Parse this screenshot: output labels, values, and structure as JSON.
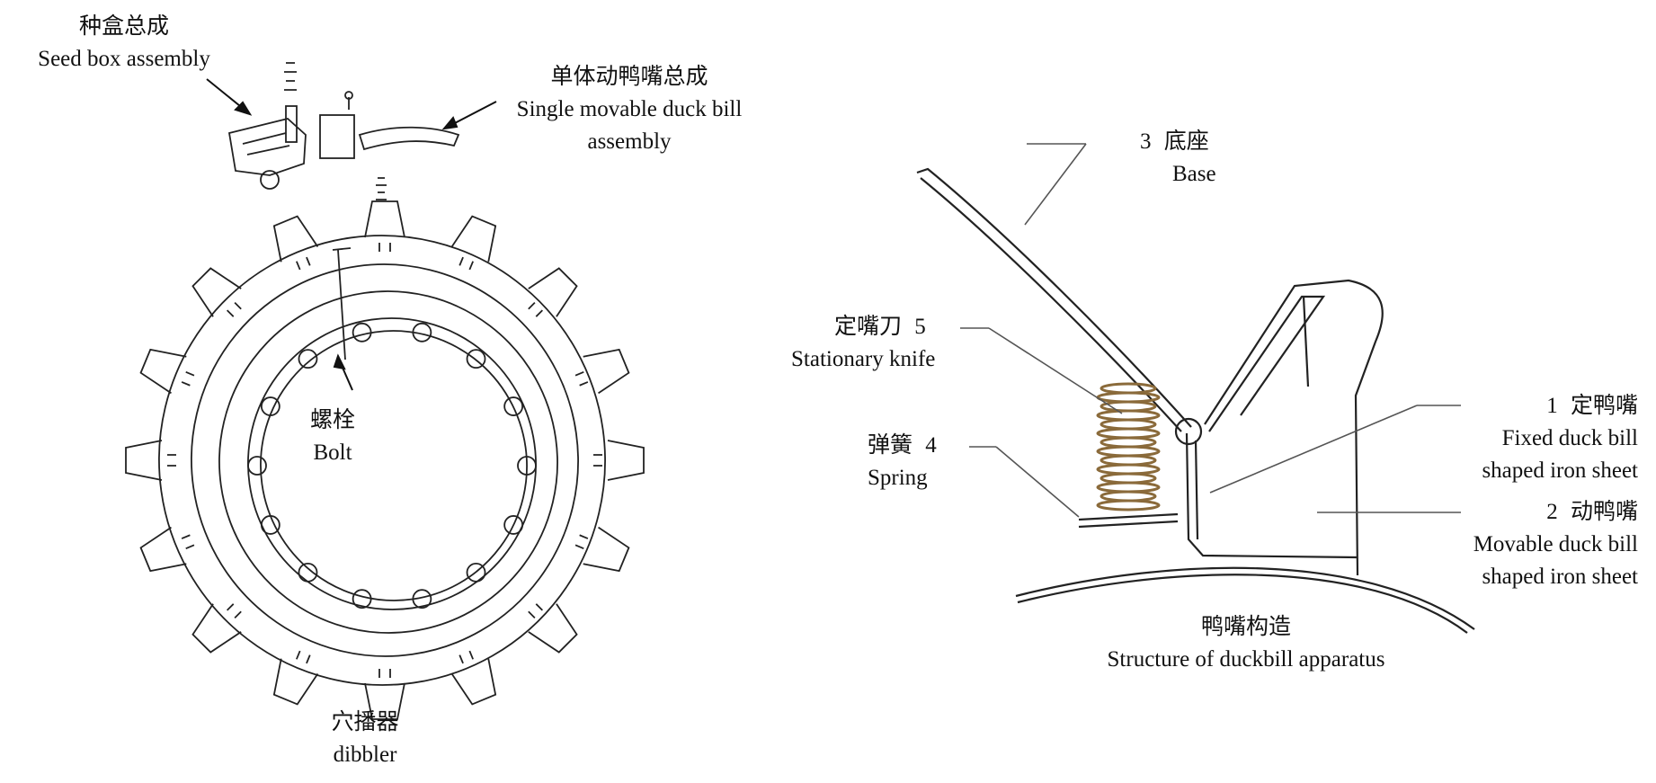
{
  "dibbler_figure": {
    "seed_box": {
      "zh": "种盒总成",
      "en": "Seed box assembly"
    },
    "movable_duck_bill": {
      "zh": "单体动鸭嘴总成",
      "en_line1": "Single movable duck bill",
      "en_line2": "assembly"
    },
    "bolt": {
      "zh": "螺栓",
      "en": "Bolt"
    },
    "caption": {
      "zh": "穴播器",
      "en": "dibbler"
    }
  },
  "duckbill_figure": {
    "base": {
      "num": "3",
      "zh": "底座",
      "en": "Base"
    },
    "stationary_knife": {
      "zh": "定嘴刀",
      "num": "5",
      "en": "Stationary knife"
    },
    "spring": {
      "zh": "弹簧",
      "num": "4",
      "en": "Spring"
    },
    "fixed_duck_bill": {
      "num": "1",
      "zh": "定鸭嘴",
      "en_line1": "Fixed duck bill",
      "en_line2": "shaped iron sheet"
    },
    "movable_duck_bill": {
      "num": "2",
      "zh": "动鸭嘴",
      "en_line1": "Movable duck bill",
      "en_line2": "shaped iron sheet"
    },
    "caption": {
      "zh": "鸭嘴构造",
      "en": "Structure of duckbill apparatus"
    }
  },
  "colors": {
    "line": "#222222",
    "spring": "#8a6a3a",
    "leader": "#555555"
  }
}
